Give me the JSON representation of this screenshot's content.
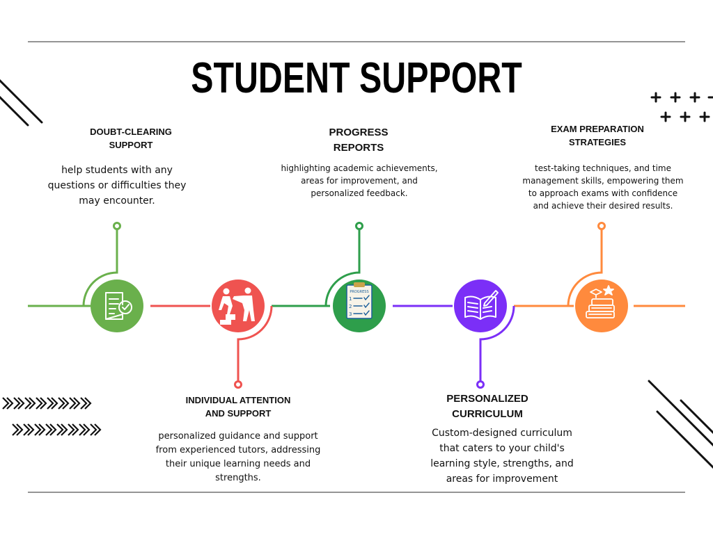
{
  "title": "STUDENT SUPPORT",
  "colors": {
    "green": "#6ab04c",
    "red": "#ef5350",
    "darkgreen": "#2e9e4b",
    "purple": "#7b2ff7",
    "orange": "#ff8a3d",
    "black": "#111111"
  },
  "steps": [
    {
      "heading": "DOUBT-CLEARING\nSUPPORT",
      "text": "help students with any questions or difficulties they may encounter.",
      "icon": "document-check-icon"
    },
    {
      "heading": "INDIVIDUAL ATTENTION\nAND SUPPORT",
      "text": "personalized guidance and support from experienced tutors, addressing their unique learning needs and strengths.",
      "icon": "helping-hand-climb-icon"
    },
    {
      "heading": "PROGRESS\nREPORTS",
      "text": "highlighting academic achievements, areas for improvement, and personalized feedback.",
      "icon": "progress-checklist-icon",
      "icon_label": "PROGRESS",
      "icon_rows": [
        "1",
        "2",
        "3"
      ]
    },
    {
      "heading": "PERSONALIZED\nCURRICULUM",
      "text": "Custom-designed curriculum that caters to your child's learning style, strengths, and areas for improvement",
      "icon": "open-book-icon"
    },
    {
      "heading": "EXAM PREPARATION\nSTRATEGIES",
      "text": "test-taking techniques, and time management skills, empowering them to approach exams with confidence and achieve their desired results.",
      "icon": "books-star-icon"
    }
  ]
}
